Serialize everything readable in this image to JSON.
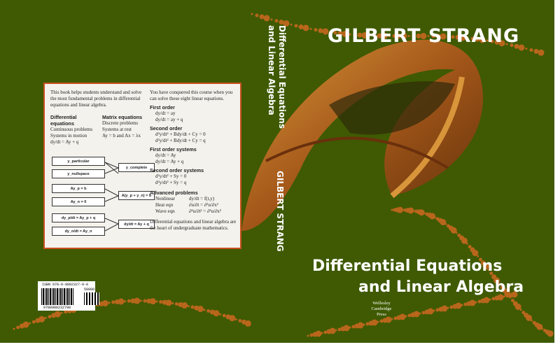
{
  "author": "GILBERT STRANG",
  "title_line1": "Differential Equations",
  "title_line2": "and Linear Algebra",
  "spine": {
    "title_line1": "Differential Equations",
    "title_line2": "and Linear Algebra",
    "author": "GILBERT STRANG"
  },
  "publisher": [
    "Wellesley",
    "Cambridge",
    "Press"
  ],
  "back": {
    "intro": "This book helps students understand and solve the most fundamental problems in differential equations and linear algebra.",
    "col1_head": "Differential equations",
    "col1": [
      "Continuous problems",
      "Systems in motion",
      "dy/dt = Ay + q"
    ],
    "col2_head": "Matrix equations",
    "col2": [
      "Discrete problems",
      "Systems at rest",
      "Ay = b and Ax = λx"
    ],
    "diagram": [
      {
        "a": "y_particular",
        "b": "y_nullspace",
        "c": "y_complete"
      },
      {
        "a": "Ay_p = b",
        "b": "Ay_n = 0",
        "c": "A(y_p + y_n) = b"
      },
      {
        "a": "dy_p/dt = Ay_p + q",
        "b": "dy_n/dt = Ay_n",
        "c": "dy/dt = Ay + q"
      }
    ],
    "right_intro": "You have conquered this course when you can solve these eight linear equations.",
    "sections": [
      {
        "head": "First order",
        "lines": [
          "dy/dt = ay",
          "dy/dt = ay + q"
        ]
      },
      {
        "head": "Second order",
        "lines": [
          "d²y/dt² + Bdy/dt + Cy = 0",
          "d²y/dt² + Bdy/dt + Cy = q"
        ]
      },
      {
        "head": "First order systems",
        "lines": [
          "dy/dt = Ay",
          "dy/dt = Ay + q"
        ]
      },
      {
        "head": "Second order systems",
        "lines": [
          "d²y/dt² + Sy = 0",
          "d²y/dt² + Sy = q"
        ]
      }
    ],
    "advanced_head": "Advanced problems",
    "advanced": [
      [
        "Nonlinear",
        "dy/dt = f(t,y)"
      ],
      [
        "Heat eqn",
        "∂u/∂t = ∂²u/∂x²"
      ],
      [
        "Wave eqn",
        "∂²u/∂t² = ∂²u/∂x²"
      ]
    ],
    "closing": "Differential equations and linear algebra are the heart of undergraduate mathematics."
  },
  "barcode": {
    "isbn": "ISBN 978-0-9802327-9-0",
    "number": "9780980232790",
    "addon": "50000"
  },
  "colors": {
    "background": "#3f5a02",
    "accent": "#c8501e",
    "art": "#b8661c"
  }
}
